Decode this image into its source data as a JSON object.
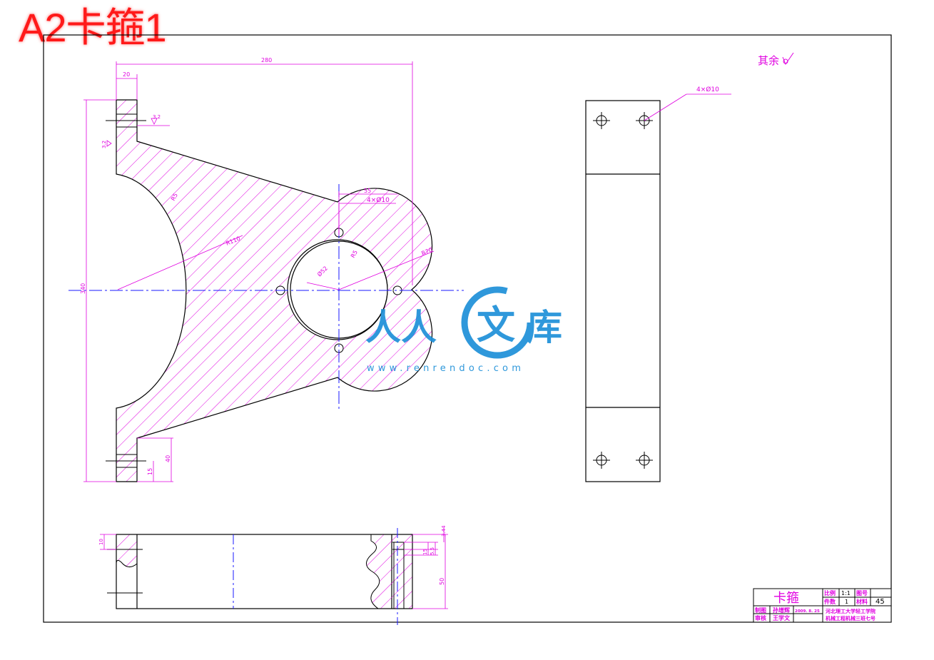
{
  "sheet_title": "A2卡箍1",
  "roughness_note": "其余",
  "views": {
    "front": {
      "dims": {
        "total_width": "280",
        "flange_width": "20",
        "total_height": "340",
        "hole_offset": "55",
        "big_radius": "R110",
        "center_hole": "Ø52",
        "outer_radius": "R70",
        "inner_radius_label": "R5",
        "fillet": "R5",
        "bottom_40": "40",
        "bottom_15": "15",
        "holes": "4×Ø10",
        "roughness_1": "3.2",
        "roughness_2": "3.2"
      }
    },
    "side": {
      "holes_label": "4×Ø10"
    },
    "bottom": {
      "dim_10": "10",
      "dim_344": "3.44",
      "dim_55": "5.5",
      "dim_15": "15",
      "dim_50": "50"
    }
  },
  "title_block": {
    "part_name": "卡箍",
    "scale_label": "比例",
    "scale_value": "1:1",
    "drawing_no_label": "图号",
    "qty_label": "件数",
    "qty_value": "1",
    "material_label": "材料",
    "material_value": "45",
    "drawn_label": "制图",
    "drawn_name": "孙增辉",
    "drawn_date": "2009. 8. 25",
    "check_label": "审核",
    "check_name": "王学文",
    "school_line1": "河北理工大学轻工学院",
    "school_line2": "机械工程机械三班七号"
  },
  "watermark": {
    "brand_left": "人人",
    "brand_circle": "文",
    "brand_right": "库",
    "url": "www.renrendoc.com"
  },
  "colors": {
    "title_red": "#ff1a1a",
    "dimension_magenta": "#e000e0",
    "centerline_blue": "#1a1aff",
    "outline_black": "#000000",
    "watermark_blue": "#1e90d8"
  }
}
